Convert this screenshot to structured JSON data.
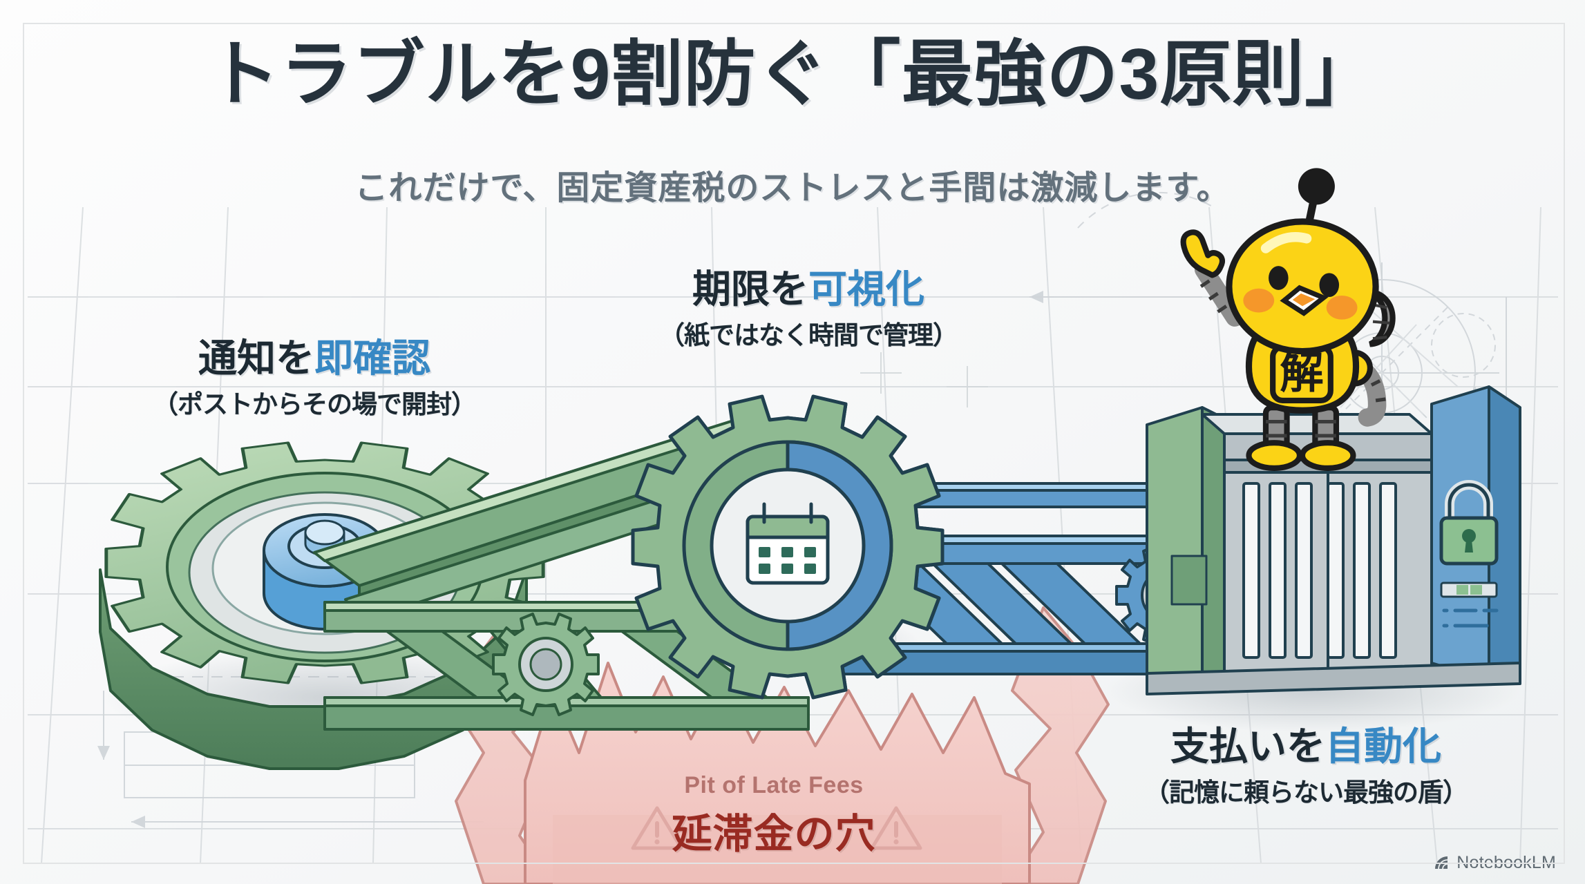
{
  "slide": {
    "title": "トラブルを9割防ぐ「最強の3原則」",
    "subtitle": "これだけで、固定資産税のストレスと手間は激減します。",
    "background_color": "#f7f8f8",
    "frame_color": "#e2e4e5"
  },
  "principles": [
    {
      "id": "notice",
      "prefix": "通知を",
      "highlight": "即確認",
      "note": "（ポストからその場で開封）",
      "highlight_color": "#3788c4",
      "icon": "gear-large-green"
    },
    {
      "id": "deadline",
      "prefix": "期限を",
      "highlight": "可視化",
      "note": "（紙ではなく時間で管理）",
      "highlight_color": "#3788c4",
      "icon": "calendar-gear"
    },
    {
      "id": "payment",
      "prefix": "支払いを",
      "highlight": "自動化",
      "note": "（記憶に頼らない最強の盾）",
      "highlight_color": "#3788c4",
      "icon": "vault-lock"
    }
  ],
  "pit": {
    "label_en": "Pit of Late Fees",
    "label_jp": "延滞金の穴",
    "en_color": "#b4736e",
    "jp_color": "#992b22",
    "fill_color": "#f3cac6",
    "stroke_color": "#c98a84",
    "warning_icon": "warning-triangle-icon"
  },
  "mascot": {
    "name": "解-robot-chick-mascot",
    "body_color": "#fbd316",
    "badge_text": "解",
    "cheek_color": "#f5972a",
    "gesture": "pointing-up"
  },
  "machine": {
    "gear_green": "#9ec6a0",
    "gear_green_dark": "#5f9068",
    "gear_blue": "#6ba3cf",
    "gear_blue_dark": "#3a7aab",
    "hub_blue": "#7fb6e0",
    "truss_blue": "#6ba3cf",
    "outline": "#20404f",
    "calendar_icon": "calendar-icon",
    "lock_icon": "padlock-icon"
  },
  "watermark": {
    "label": "NotebookLM",
    "icon": "notebooklm-spiral-icon"
  }
}
